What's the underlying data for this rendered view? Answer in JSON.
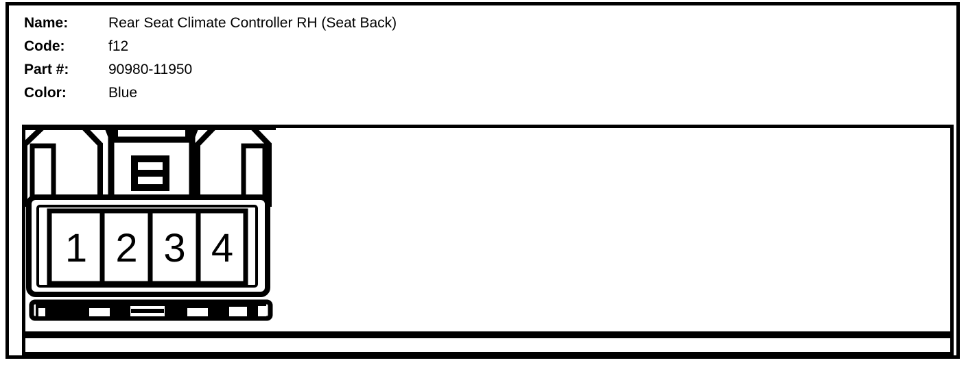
{
  "header": {
    "fields": [
      {
        "label": "Name:",
        "value": "Rear Seat Climate Controller RH (Seat Back)"
      },
      {
        "label": "Code:",
        "value": "f12"
      },
      {
        "label": "Part #:",
        "value": "90980-11950"
      },
      {
        "label": "Color:",
        "value": "Blue"
      }
    ]
  },
  "connector": {
    "pins": [
      "1",
      "2",
      "3",
      "4"
    ]
  },
  "colors": {
    "ink": "#000000",
    "paper": "#ffffff"
  }
}
